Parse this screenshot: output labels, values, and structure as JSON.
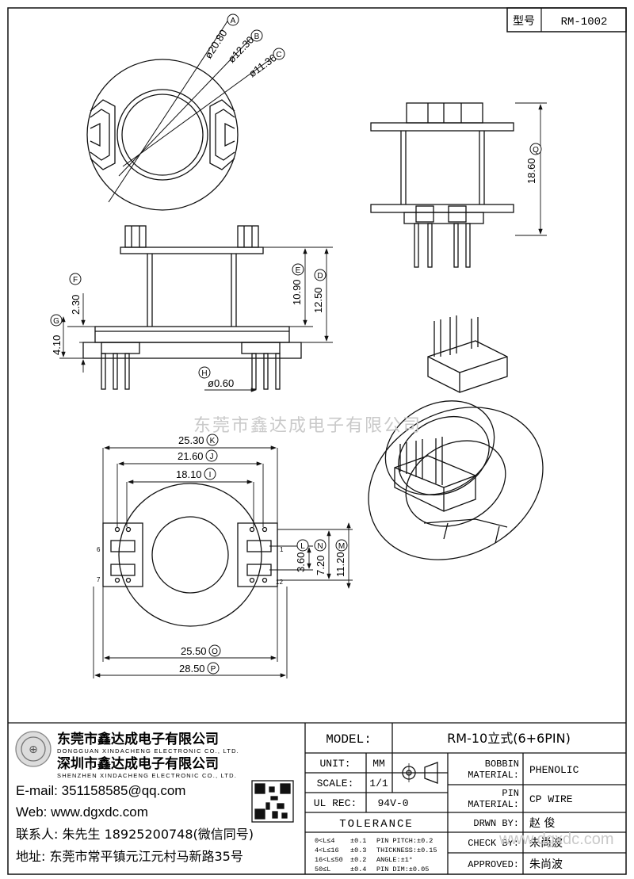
{
  "header": {
    "type_label": "型号",
    "type_value": "RM-1002"
  },
  "watermarks": {
    "center": "东莞市鑫达成电子有限公司",
    "corner": "www.dgxdc.com"
  },
  "dims": {
    "A": {
      "letter": "A",
      "text": "ø20.80"
    },
    "B": {
      "letter": "B",
      "text": "ø12.30"
    },
    "C": {
      "letter": "C",
      "text": "ø11.30"
    },
    "Q": {
      "letter": "Q",
      "text": "18.60"
    },
    "D": {
      "letter": "D",
      "text": "12.50"
    },
    "E": {
      "letter": "E",
      "text": "10.90"
    },
    "F": {
      "letter": "F",
      "text": "2.30"
    },
    "G": {
      "letter": "G",
      "text": "4.10"
    },
    "H": {
      "letter": "H",
      "text": "ø0.60"
    },
    "K": {
      "letter": "K",
      "text": "25.30"
    },
    "J": {
      "letter": "J",
      "text": "21.60"
    },
    "I": {
      "letter": "I",
      "text": "18.10"
    },
    "L": {
      "letter": "L",
      "text": "3.60"
    },
    "N": {
      "letter": "N",
      "text": "7.20"
    },
    "M": {
      "letter": "M",
      "text": "11.20"
    },
    "O": {
      "letter": "O",
      "text": "25.50"
    },
    "P": {
      "letter": "P",
      "text": "28.50"
    }
  },
  "pins": {
    "p6": "6",
    "p7": "7",
    "p1": "1",
    "p12": "12"
  },
  "company": {
    "name_dg": "东莞市鑫达成电子有限公司",
    "name_dg_en": "DONGGUAN XINDACHENG ELECTRONIC CO., LTD.",
    "name_sz": "深圳市鑫达成电子有限公司",
    "name_sz_en": "SHENZHEN XINDACHENG ELECTRONIC CO., LTD.",
    "email": "E-mail: 351158585@qq.com",
    "web": "Web: www.dgxdc.com",
    "contact": "联系人: 朱先生 18925200748(微信同号)",
    "address": "地址: 东莞市常平镇元江元村马新路35号"
  },
  "title_block": {
    "model_label": "MODEL:",
    "model_value": "RM-10立式(6+6PIN)",
    "unit_label": "UNIT:",
    "unit_value": "MM",
    "scale_label": "SCALE:",
    "scale_value": "1/1",
    "ulrec_label": "UL REC:",
    "ulrec_value": "94V-0",
    "bobbin_label_1": "BOBBIN",
    "bobbin_label_2": "MATERIAL:",
    "bobbin_value": "PHENOLIC",
    "pin_label_1": "PIN",
    "pin_label_2": "MATERIAL:",
    "pin_value": "CP WIRE",
    "tolerance_label": "TOLERANCE",
    "tol_rows": [
      {
        "range": "0<L≤4",
        "tol": "±0.1",
        "item": "PIN PITCH:±0.2"
      },
      {
        "range": "4<L≤16",
        "tol": "±0.3",
        "item": "THICKNESS:±0.15"
      },
      {
        "range": "16<L≤50",
        "tol": "±0.2",
        "item": "ANGLE:±1°"
      },
      {
        "range": "50≤L",
        "tol": "±0.4",
        "item": "PIN DIM:±0.05"
      }
    ],
    "drawn_label": "DRWN BY:",
    "drawn_value": "赵 俊",
    "check_label": "CHECK BY:",
    "check_value": "朱尚波",
    "approved_label": "APPROVED:",
    "approved_value": "朱尚波"
  }
}
